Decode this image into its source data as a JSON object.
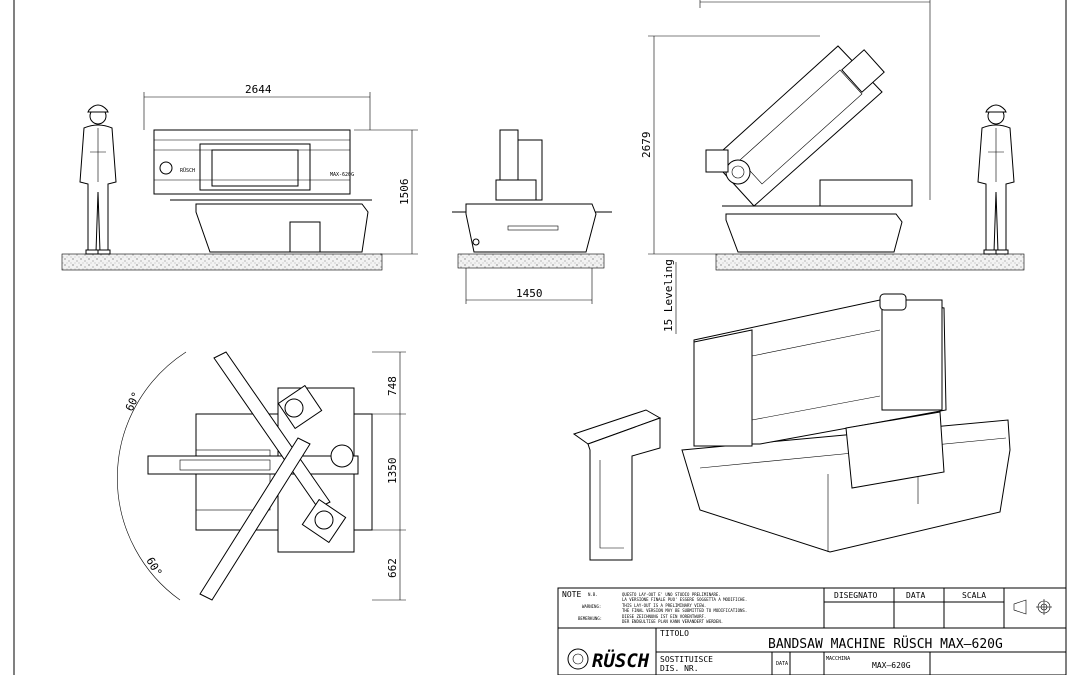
{
  "dimensions": {
    "front_length": "2644",
    "front_height": "1506",
    "side_width": "1450",
    "tilt_height": "2679",
    "leveling": "15 Leveling",
    "top_upper": "748",
    "top_middle": "1350",
    "top_lower": "662",
    "angle_upper": "60°",
    "angle_lower": "60°"
  },
  "machine_labels": {
    "brand_small": "RÜSCH",
    "model_small": "MAX-620G"
  },
  "title_block": {
    "note_label": "NOTE",
    "note_nb": "N.B.",
    "note_warning": "WARNING:",
    "note_bemerkung": "BEMERKUNG:",
    "note_lines": [
      "QUESTO LAY-OUT E' UNO STUDIO PRELIMINARE.",
      "LA VERSIONE FINALE PUO' ESSERE SOGGETTA A MODIFICHE.",
      "THIS LAY-OUT IS A PRELIMINARY VIEW.",
      "THE FINAL VERSION MAY BE SUBMITTED TO MODIFICATIONS.",
      "DIESE ZEICHNUNG IST EIN VORENTWURF.",
      "DER ENDGULTIGE PLAN KANN VERANDERT WERDEN."
    ],
    "disegnato": "DISEGNATO",
    "data": "DATA",
    "scala": "SCALA",
    "titolo_label": "TITOLO",
    "title": "BANDSAW MACHINE RÜSCH MAX–620G",
    "logo_text": "RÜSCH",
    "sostituisce_line1": "SOSTITUISCE",
    "sostituisce_line2": "DIS. NR.",
    "data_small": "DATA",
    "macchina_label": "MACCHINA",
    "macchina_value": "MAX–620G"
  }
}
